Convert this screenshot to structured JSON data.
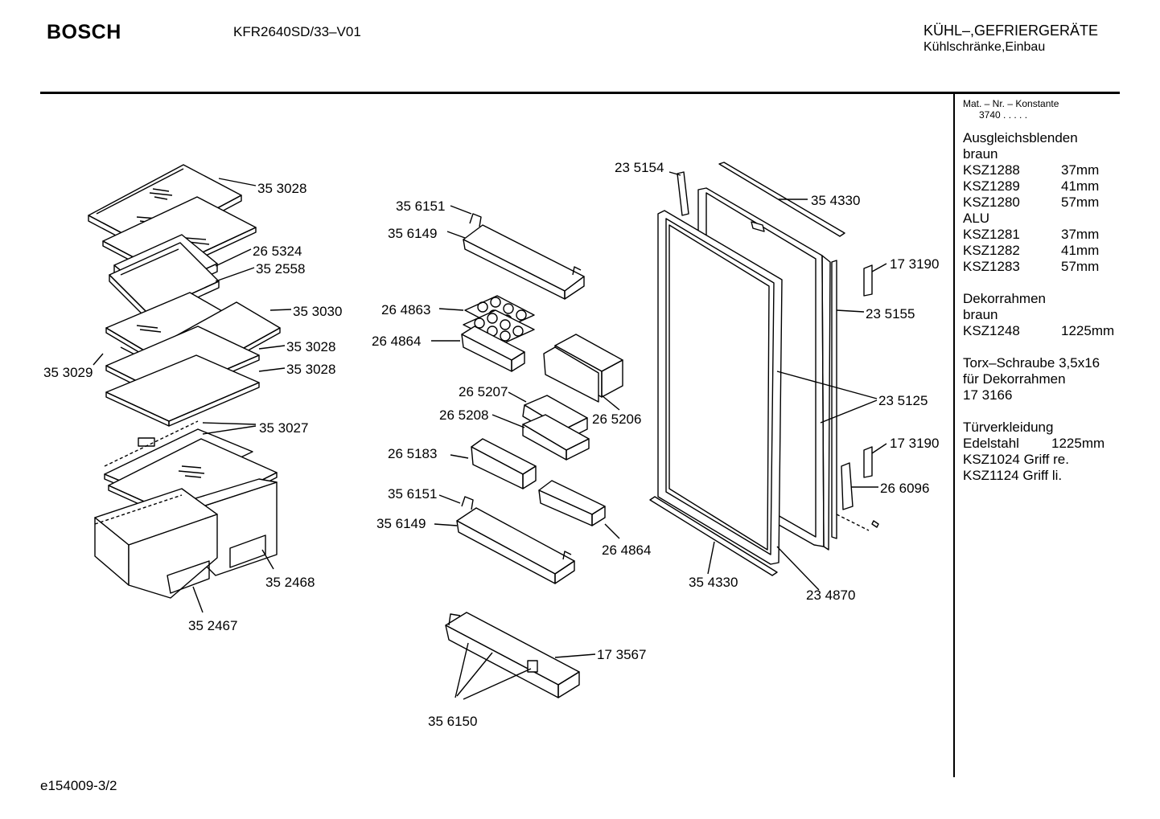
{
  "header": {
    "brand": "BOSCH",
    "model": "KFR2640SD/33–V01",
    "category_line1": "KÜHL–,GEFRIERGERÄTE",
    "category_line2": "Kühlschränke,Einbau"
  },
  "footer": {
    "code": "e154009-3/2"
  },
  "sidebar": {
    "mat_label": "Mat. – Nr. – Konstante",
    "mat_value": "3740  .  .  .  .  .",
    "sections": [
      {
        "title": "Ausgleichsblenden",
        "groups": [
          {
            "name": "braun",
            "items": [
              {
                "code": "KSZ1288",
                "value": "37mm"
              },
              {
                "code": "KSZ1289",
                "value": "41mm"
              },
              {
                "code": "KSZ1280",
                "value": "57mm"
              }
            ]
          },
          {
            "name": "ALU",
            "items": [
              {
                "code": "KSZ1281",
                "value": "37mm"
              },
              {
                "code": "KSZ1282",
                "value": "41mm"
              },
              {
                "code": "KSZ1283",
                "value": "57mm"
              }
            ]
          }
        ]
      },
      {
        "title": "Dekorrahmen",
        "group": "braun",
        "item": {
          "code": "KSZ1248",
          "value": "1225mm"
        }
      },
      {
        "line1": "Torx–Schraube 3,5x16",
        "line2": "für Dekorrahmen",
        "line3": "17 3166"
      },
      {
        "title": "Türverkleidung",
        "item": {
          "code": "Edelstahl",
          "value": "1225mm"
        },
        "line2": "KSZ1024 Griff re.",
        "line3": "KSZ1124 Griff li."
      }
    ]
  },
  "parts": {
    "p353028a": "35 3028",
    "p265324": "26 5324",
    "p352558": "35 2558",
    "p353030": "35 3030",
    "p353028b": "35 3028",
    "p353029": "35 3029",
    "p353028c": "35 3028",
    "p353027": "35 3027",
    "p352468": "35 2468",
    "p352467": "35 2467",
    "p356151a": "35 6151",
    "p356149a": "35 6149",
    "p264863": "26 4863",
    "p264864a": "26 4864",
    "p265207": "26 5207",
    "p265208": "26 5208",
    "p265206": "26 5206",
    "p265183": "26 5183",
    "p356151b": "35 6151",
    "p356149b": "35 6149",
    "p264864b": "26 4864",
    "p173567": "17 3567",
    "p356150": "35 6150",
    "p235154": "23 5154",
    "p354330a": "35 4330",
    "p173190a": "17 3190",
    "p235155": "23 5155",
    "p235125": "23 5125",
    "p173190b": "17 3190",
    "p266096": "26 6096",
    "p354330b": "35 4330",
    "p234870": "23 4870"
  }
}
